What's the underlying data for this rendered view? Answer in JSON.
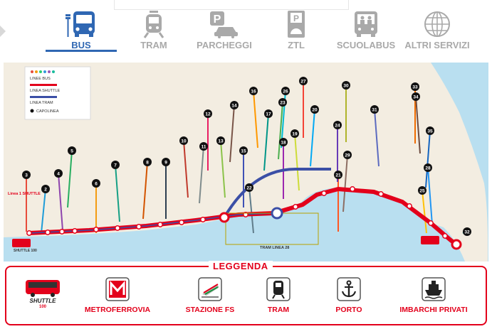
{
  "nav": {
    "tabs": [
      {
        "label": "BUS",
        "icon": "bus-icon",
        "active": true
      },
      {
        "label": "TRAM",
        "icon": "tram-icon",
        "active": false
      },
      {
        "label": "PARCHEGGI",
        "icon": "parking-icon",
        "active": false
      },
      {
        "label": "ZTL",
        "icon": "ztl-icon",
        "active": false
      },
      {
        "label": "SCUOLABUS",
        "icon": "school-bus-icon",
        "active": false
      },
      {
        "label": "ALTRI SERVIZI",
        "icon": "globe-icon",
        "active": false
      }
    ],
    "active_color": "#2f67b3",
    "inactive_color": "#a9a9a9"
  },
  "map": {
    "key": {
      "bus": "LINEE BUS",
      "shuttle": "LINEA SHUTTLE",
      "tram": "LINEA TRAM",
      "terminus": "CAPOLINEA"
    },
    "shuttle_tag": "Linea 1 SHUTTLE",
    "shuttle_logo": "SHUTTLE 100",
    "tram_line": "TRAM LINEA 28",
    "line_numbers": [
      "2",
      "3",
      "4",
      "5",
      "6",
      "7",
      "8",
      "9",
      "10",
      "11",
      "12",
      "13",
      "14",
      "15",
      "16",
      "17",
      "18",
      "19",
      "20",
      "21",
      "22",
      "23",
      "24",
      "25",
      "26",
      "27",
      "28",
      "29",
      "30",
      "31",
      "32",
      "33",
      "34",
      "35"
    ],
    "colors": {
      "sea": "#b9dff0",
      "land": "#f3ede1",
      "shuttle": "#e3001b",
      "tram": "#3b4fa6",
      "stop": "#e3001b"
    }
  },
  "legend": {
    "title": "LEGGENDA",
    "items": [
      {
        "label": "",
        "icon": "shuttle-bus-icon"
      },
      {
        "label": "METROFERROVIA",
        "icon": "metro-icon"
      },
      {
        "label": "STAZIONE FS",
        "icon": "train-station-icon"
      },
      {
        "label": "TRAM",
        "icon": "tram-icon"
      },
      {
        "label": "PORTO",
        "icon": "anchor-icon"
      },
      {
        "label": "IMBARCHI PRIVATI",
        "icon": "ship-icon"
      }
    ],
    "accent": "#e3001b"
  }
}
